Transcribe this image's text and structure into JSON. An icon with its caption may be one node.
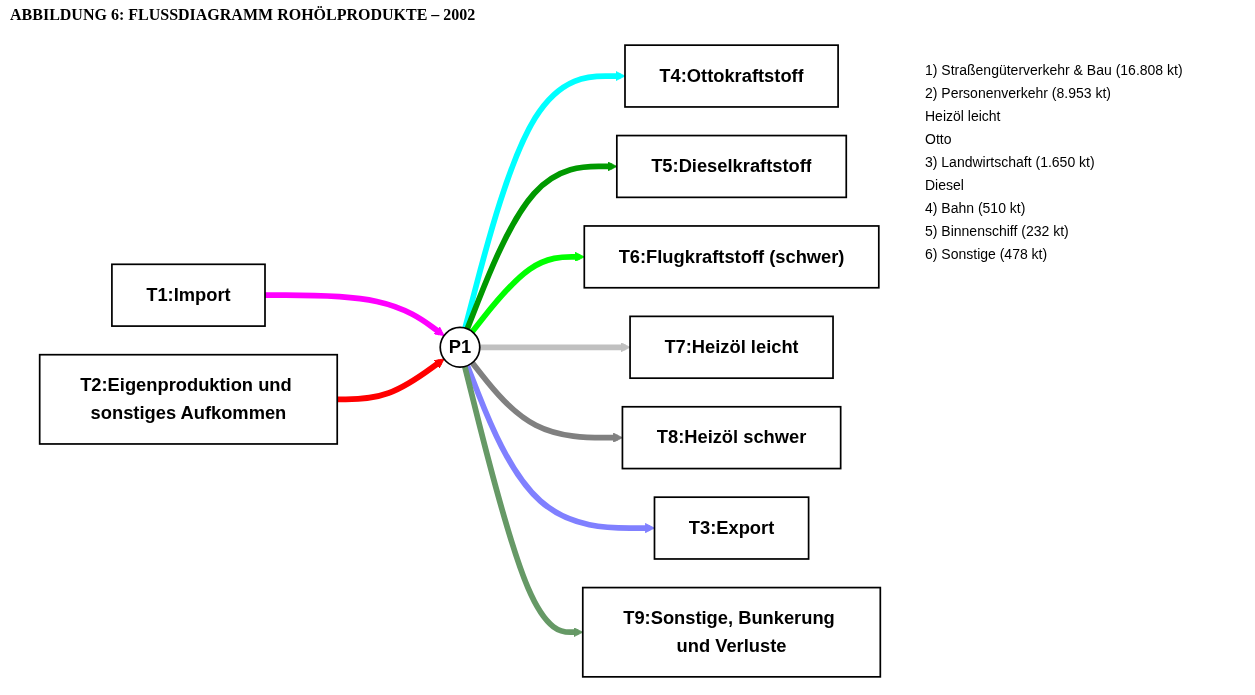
{
  "diagram": {
    "title": "ABBILDUNG 6: FLUSSDIAGRAMM ROHÖLPRODUKTE – 2002",
    "nodes": [
      {
        "text": [
          "T1:Import"
        ]
      },
      {
        "text": [
          "T4:Ottokraftstoff"
        ]
      },
      {
        "text": [
          "T5:Dieselkraftstoff"
        ]
      },
      {
        "text": [
          "T2:Eigenproduktion und sonstiges Aufkommen"
        ]
      },
      {
        "text": [
          "P1"
        ]
      },
      {
        "text": [
          "T6:Flugkraftstoff (schwer)"
        ]
      },
      {
        "text": [
          "T7:Heizöl leicht"
        ]
      },
      {
        "text": [
          "T8:Heizöl schwer"
        ]
      },
      {
        "text": [
          "T3:Export"
        ]
      },
      {
        "text": [
          "T9:Sonstige, Bunkerung und Verluste"
        ]
      }
    ],
    "edges": [
      {
        "from": 0,
        "to": 4,
        "arrow": "to",
        "color": "#ff00ff"
      },
      {
        "from": 3,
        "to": 4,
        "arrow": "to",
        "color": "#ff0000"
      },
      {
        "from": 4,
        "to": 1,
        "arrow": "to",
        "color": "#00ffff"
      },
      {
        "from": 4,
        "to": 2,
        "arrow": "to",
        "color": "#009900"
      },
      {
        "from": 4,
        "to": 5,
        "arrow": "to",
        "color": "#00ff00"
      },
      {
        "from": 4,
        "to": 6,
        "arrow": "to",
        "color": "#c0c0c0"
      },
      {
        "from": 4,
        "to": 7,
        "arrow": "to",
        "color": "#808080"
      },
      {
        "from": 4,
        "to": 8,
        "arrow": "to",
        "color": "#8080ff"
      },
      {
        "from": 4,
        "to": 9,
        "arrow": "to",
        "color": "#669966"
      }
    ],
    "labels": [
      "1) Straßengüterverkehr & Bau (16.808 kt)",
      "2) Personenverkehr (8.953 kt)",
      "Heizöl leicht",
      "Otto",
      "3) Landwirtschaft (1.650 kt)",
      "Diesel",
      "4) Bahn (510 kt)",
      "5) Binnenschiff (232 kt)",
      "6) Sonstige (478 kt)"
    ]
  }
}
